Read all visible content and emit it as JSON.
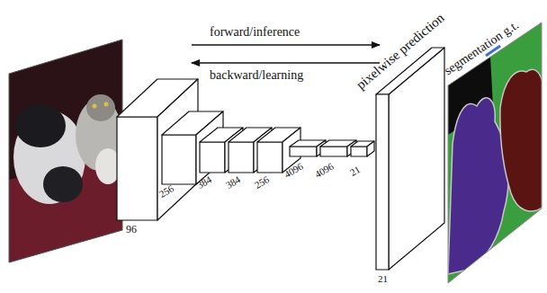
{
  "diagram": {
    "labels": [
      "forward/inference",
      "backward/learning",
      "pixelwise prediction",
      "segmentation g.t.",
      "96",
      "256",
      "384",
      "384",
      "256",
      "4096",
      "4096",
      "21",
      "21"
    ]
  }
}
